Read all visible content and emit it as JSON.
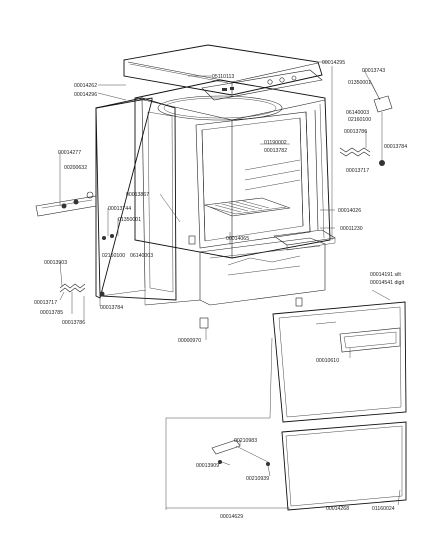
{
  "labels": {
    "p00014295": "00014295",
    "p05110113": "05110113",
    "p00014262": "00014262",
    "p00014296": "00014296",
    "p00013743": "00013743",
    "p01350001a": "01350001",
    "p06140003a": "06140003",
    "p02160100a": "02160100",
    "p00013786a": "00013786",
    "p00013784a": "00013784",
    "p00013717a": "00013717",
    "p01190002": "01190002",
    "p00013782": "00013782",
    "p00014277": "00014277",
    "p00200632": "00200632",
    "p00013867": "00013867",
    "p00013744": "00013744",
    "p01350001b": "01350001",
    "p02160100b": "02160100",
    "p06140003b": "06140003",
    "p00014026": "00014026",
    "p00014065": "00014065",
    "p00011230": "00011230",
    "p00013903": "00013903",
    "p00013717b": "00013717",
    "p00013785": "00013785",
    "p00013784b": "00013784",
    "p00013786b": "00013786",
    "p00014191": "00014191 silt",
    "p00014541": "00014541 digit",
    "p00010610": "00010610",
    "p00000970": "00000970",
    "p00210983": "00210983",
    "p00013909": "00013909",
    "p00210939": "00210939",
    "p00014268": "00014268",
    "p01160024": "01160024",
    "p00014629": "00014629"
  }
}
